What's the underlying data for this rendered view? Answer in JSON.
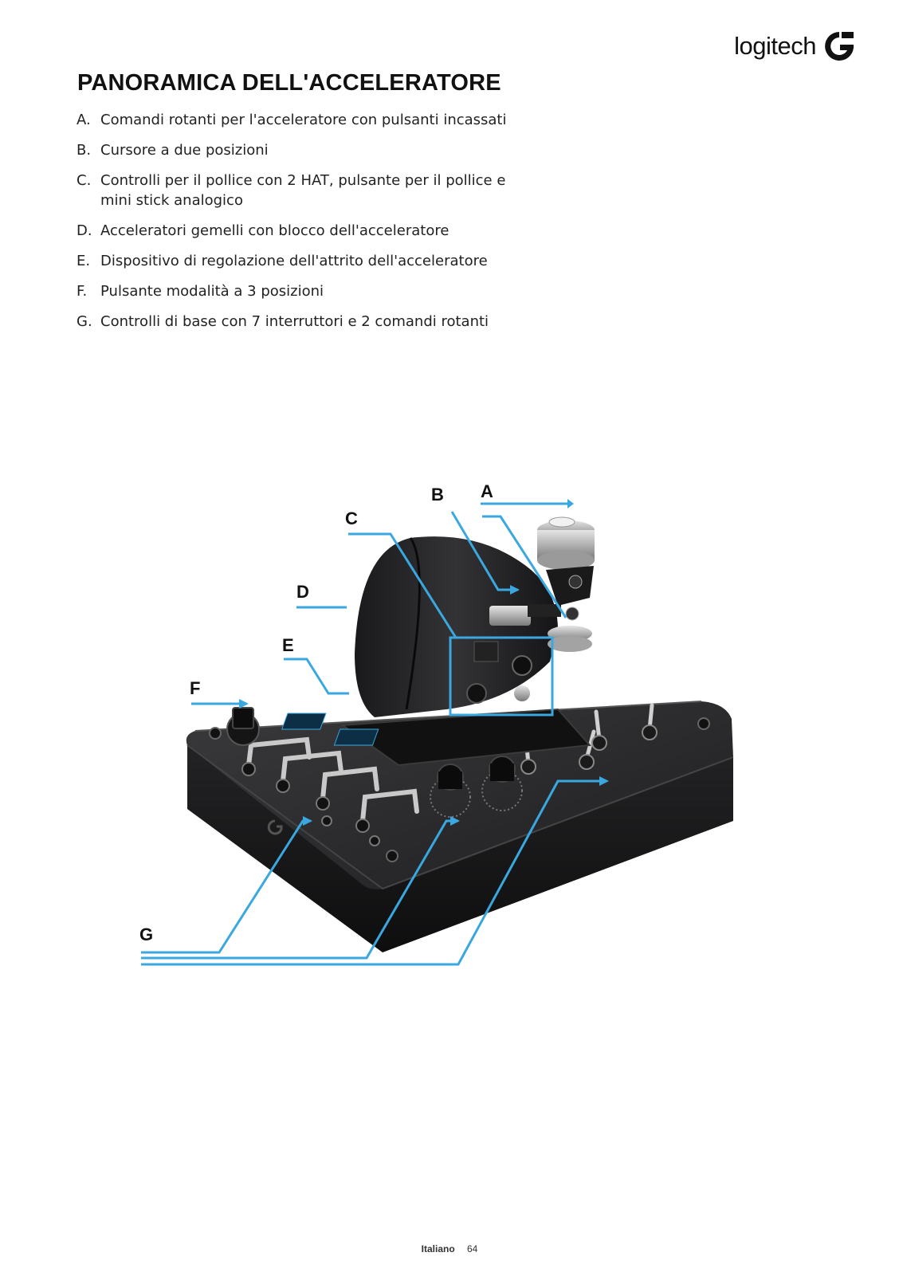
{
  "brand": {
    "name": "logitech",
    "icon": "logitech-g-icon"
  },
  "title": "PANORAMICA DELL'ACCELERATORE",
  "features": [
    {
      "letter": "A.",
      "text": "Comandi rotanti per l'acceleratore con pulsanti incassati"
    },
    {
      "letter": "B.",
      "text": "Cursore a due posizioni"
    },
    {
      "letter": "C.",
      "text": "Controlli per il pollice con 2 HAT, pulsante per il pollice e mini stick analogico"
    },
    {
      "letter": "D.",
      "text": "Acceleratori gemelli con blocco dell'acceleratore"
    },
    {
      "letter": "E.",
      "text": "Dispositivo di regolazione dell'attrito dell'acceleratore"
    },
    {
      "letter": "F.",
      "text": "Pulsante modalità a 3 posizioni"
    },
    {
      "letter": "G.",
      "text": "Controlli di base con 7 interruttori e 2 comandi rotanti"
    }
  ],
  "callouts": {
    "a": "A",
    "b": "B",
    "c": "C",
    "d": "D",
    "e": "E",
    "f": "F",
    "g": "G"
  },
  "colors": {
    "callout_line": "#3aa8e0",
    "device_body": "#1c1c1e",
    "text": "#1a1a1a"
  },
  "footer": {
    "language": "Italiano",
    "page": "64"
  }
}
